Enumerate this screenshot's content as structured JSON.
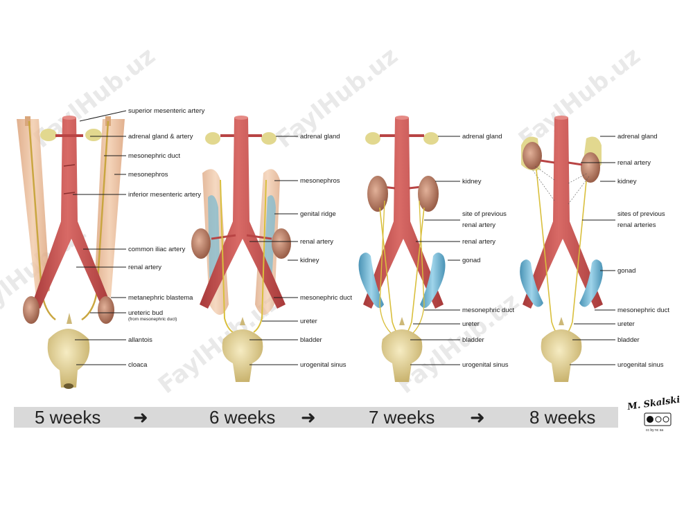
{
  "watermark": "FaylHub.uz",
  "panels": [
    {
      "id": "w5",
      "labels": [
        {
          "text": "superior mesenteric artery"
        },
        {
          "text": "adrenal gland & artery"
        },
        {
          "text": "mesonephric duct"
        },
        {
          "text": "mesonephros"
        },
        {
          "text": "inferior mesenteric artery"
        },
        {
          "text": "common iliac artery"
        },
        {
          "text": "renal artery"
        },
        {
          "text": "metanephric blastema"
        },
        {
          "text": "ureteric bud"
        },
        {
          "text": "(from mesonephric duct)"
        },
        {
          "text": "allantois"
        },
        {
          "text": "cloaca"
        }
      ]
    },
    {
      "id": "w6",
      "labels": [
        {
          "text": "adrenal gland"
        },
        {
          "text": "mesonephros"
        },
        {
          "text": "genital ridge"
        },
        {
          "text": "renal artery"
        },
        {
          "text": "kidney"
        },
        {
          "text": "mesonephric duct"
        },
        {
          "text": "ureter"
        },
        {
          "text": "bladder"
        },
        {
          "text": "urogenital sinus"
        }
      ]
    },
    {
      "id": "w7",
      "labels": [
        {
          "text": "adrenal gland"
        },
        {
          "text": "kidney"
        },
        {
          "text": "site of previous"
        },
        {
          "text": "renal artery"
        },
        {
          "text": "renal artery"
        },
        {
          "text": "gonad"
        },
        {
          "text": "mesonephric duct"
        },
        {
          "text": "ureter"
        },
        {
          "text": "bladder"
        },
        {
          "text": "urogenital sinus"
        }
      ]
    },
    {
      "id": "w8",
      "labels": [
        {
          "text": "adrenal gland"
        },
        {
          "text": "renal artery"
        },
        {
          "text": "kidney"
        },
        {
          "text": "sites of previous"
        },
        {
          "text": "renal arteries"
        },
        {
          "text": "gonad"
        },
        {
          "text": "mesonephric duct"
        },
        {
          "text": "ureter"
        },
        {
          "text": "bladder"
        },
        {
          "text": "urogenital sinus"
        }
      ]
    }
  ],
  "timeline": {
    "stages": [
      "5 weeks",
      "6 weeks",
      "7 weeks",
      "8 weeks"
    ],
    "arrow": "➜"
  },
  "signature": "M. Skalski",
  "license": "cc by nc sa",
  "colors": {
    "artery": "#c8504f",
    "artery_dark": "#9a3232",
    "mesonephros": "#e7b48a",
    "kidney": "#c68a6e",
    "gonad": "#6fb6d4",
    "bladder": "#e0cf94",
    "duct": "#d9bf3c",
    "adrenal": "#e2d88f",
    "bar": "#d9d9d9"
  }
}
